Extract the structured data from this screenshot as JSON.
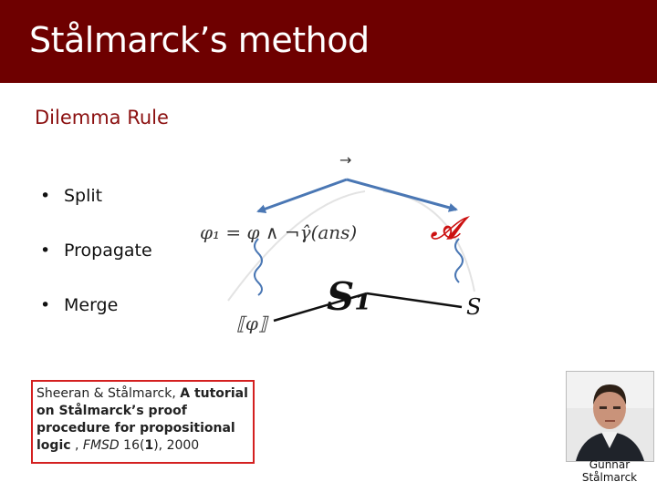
{
  "header": {
    "title": "Stålmarck’s method"
  },
  "section": {
    "heading": "Dilemma Rule"
  },
  "bullets": [
    {
      "bullet": "•",
      "label": "Split"
    },
    {
      "bullet": "•",
      "label": "Propagate"
    },
    {
      "bullet": "•",
      "label": "Merge"
    }
  ],
  "diagram": {
    "arrow_symbol": "→",
    "phi1_label": "φ₁ = φ ∧ ¬γ̂(ans)",
    "script_a": "𝒜",
    "s1_label": "S₁",
    "s_label": "S",
    "phi_semantics": "⟦φ⟧",
    "colors": {
      "arrow": "#4a77b4",
      "red": "#cc1111",
      "arc": "#c8c8c8"
    }
  },
  "reference": {
    "part1": "Sheeran & Stålmarck, ",
    "title": "A tutorial on Stålmarck’s proof procedure for propositional logic",
    "part2": " , ",
    "journal": "FMSD",
    "volume": "16(",
    "issue": "1",
    "year": "), 2000"
  },
  "photo": {
    "caption": "Gunnar Stålmarck"
  }
}
